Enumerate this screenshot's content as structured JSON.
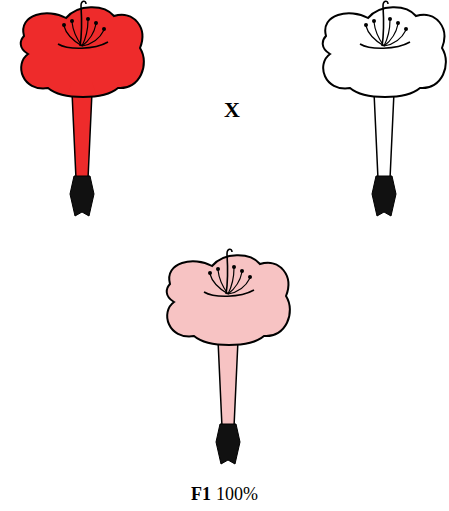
{
  "diagram": {
    "labels": [
      "X",
      "F1",
      "100%"
    ]
  }
}
